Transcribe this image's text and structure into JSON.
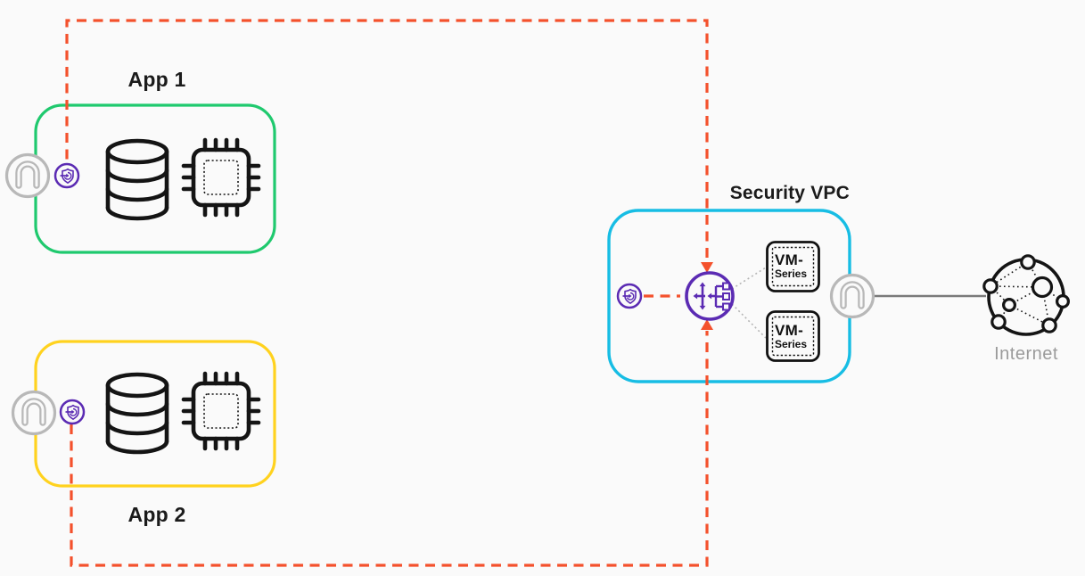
{
  "diagram": {
    "app1": {
      "title": "App 1"
    },
    "app2": {
      "title": "App 2"
    },
    "security_vpc": {
      "title": "Security VPC",
      "vm_series": [
        {
          "line1": "VM-",
          "line2": "Series"
        },
        {
          "line1": "VM-",
          "line2": "Series"
        }
      ]
    },
    "internet": {
      "label": "Internet"
    }
  },
  "icons": {
    "database-icon": "cylinder-database",
    "compute-icon": "cpu-chip",
    "gateway-icon": "circled-n-gateway",
    "gwlb-endpoint-icon": "circled-shield-arrow",
    "gateway-load-balancer-icon": "circled-load-balancer-fanout",
    "vm-series-icon": "rounded-box-dashed-inner",
    "internet-icon": "globe-network-nodes"
  },
  "colors": {
    "background": "#fafafa",
    "app1_border": "#1fc96e",
    "app2_border": "#ffd21e",
    "security_vpc_border": "#17bde4",
    "traffic_dash": "#f4512c",
    "endpoint_purple": "#5b2bb3",
    "gateway_gray": "#b8b8b8",
    "link_gray": "#7a7a7a",
    "ink": "#141414",
    "label_gray": "#9b9b9b"
  }
}
